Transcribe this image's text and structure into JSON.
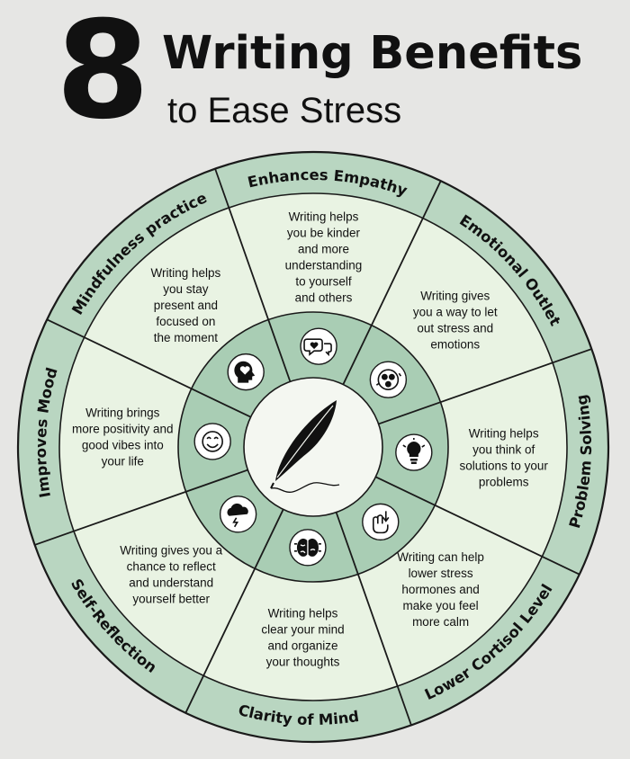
{
  "header": {
    "number": "8",
    "title": "Writing Benefits",
    "subtitle": "to Ease Stress"
  },
  "colors": {
    "background": "#e6e6e4",
    "outer_ring": "#b9d6c1",
    "panel": "#e9f3e3",
    "inner_ring": "#a9cdb4",
    "center": "#f4f7f1",
    "line": "#1a1a1a"
  },
  "benefits": [
    {
      "label": "Emotional Outlet",
      "icon": "mask-icon",
      "lines": [
        "Writing gives",
        "you a way to let",
        "out stress and",
        "emotions"
      ]
    },
    {
      "label": "Problem Solving",
      "icon": "lightbulb-icon",
      "lines": [
        "Writing helps",
        "you think of",
        "solutions to your",
        "problems"
      ]
    },
    {
      "label": "Lower Cortisol Level",
      "icon": "hand-down-arrow-icon",
      "lines": [
        "Writing can help",
        "lower stress",
        "hormones and",
        "make you feel",
        "more calm"
      ]
    },
    {
      "label": "Clarity of Mind",
      "icon": "brain-icon",
      "lines": [
        "Writing helps",
        "clear your mind",
        "and organize",
        "your thoughts"
      ]
    },
    {
      "label": "Self-Reflection",
      "icon": "thought-cloud-icon",
      "lines": [
        "Writing gives you a",
        "chance to reflect",
        "and understand",
        "yourself better"
      ]
    },
    {
      "label": "Improves Mood",
      "icon": "smiley-icon",
      "lines": [
        "Writing brings",
        "more positivity and",
        "good vibes into",
        "your life"
      ]
    },
    {
      "label": "Mindfulness practice",
      "icon": "head-heart-icon",
      "lines": [
        "Writing helps",
        "you stay",
        "present and",
        "focused on",
        "the moment"
      ]
    },
    {
      "label": "Enhances Empathy",
      "icon": "chat-heart-icon",
      "lines": [
        "Writing helps",
        "you be kinder",
        "and more",
        "understanding",
        "to yourself",
        "and others"
      ]
    }
  ],
  "center_icon": "quill-feather-icon"
}
